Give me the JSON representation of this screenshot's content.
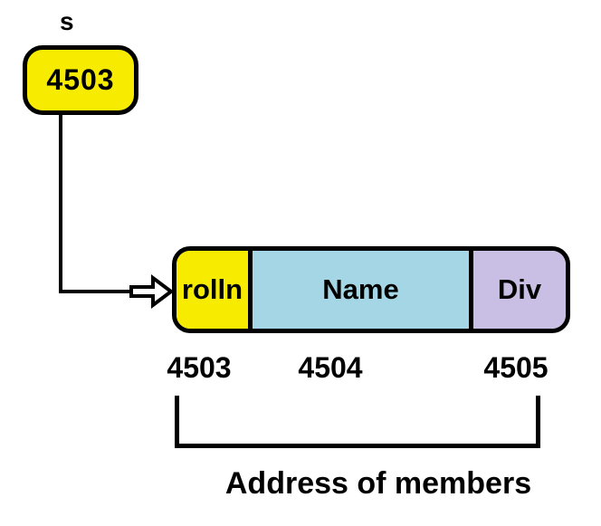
{
  "colors": {
    "yellow": "#F7EC00",
    "blue": "#A5D6E5",
    "purple": "#C9BFE5",
    "line": "#000000",
    "background": "#FFFFFF"
  },
  "pointer": {
    "label": "s",
    "value": "4503"
  },
  "connector": {
    "arrow_icon": "hollow-right-arrow"
  },
  "struct": {
    "cells": [
      {
        "label": "rolln",
        "address": "4503",
        "color": "#F7EC00"
      },
      {
        "label": "Name",
        "address": "4504",
        "color": "#A5D6E5"
      },
      {
        "label": "Div",
        "address": "4505",
        "color": "#C9BFE5"
      }
    ]
  },
  "caption": "Address of members"
}
